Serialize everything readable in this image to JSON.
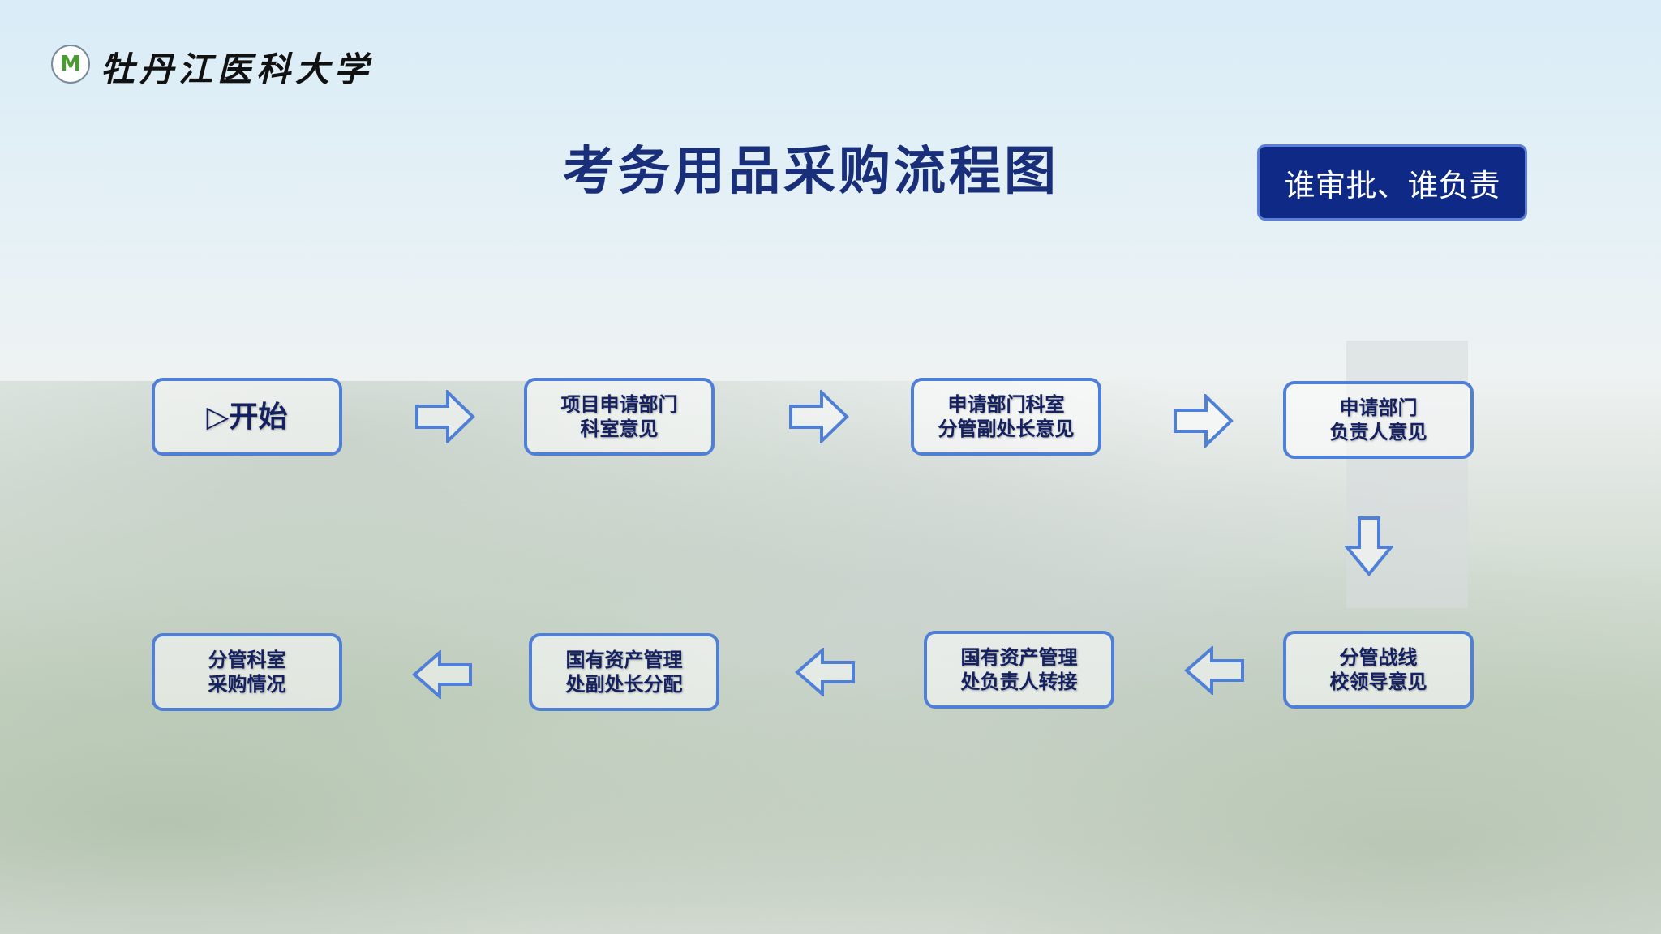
{
  "logo": {
    "text": "牡丹江医科大学",
    "emblem": "M"
  },
  "title": "考务用品采购流程图",
  "badge": "谁审批、谁负责",
  "steps": {
    "start": "▷开始",
    "s1": "项目申请部门\n科室意见",
    "s2": "申请部门科室\n分管副处长意见",
    "s3": "申请部门\n负责人意见",
    "s4": "分管战线\n校领导意见",
    "s5": "国有资产管理\n处负责人转接",
    "s6": "国有资产管理\n处副处长分配",
    "s7": "分管科室\n采购情况"
  },
  "colors": {
    "accent": "#4f7fd6",
    "title": "#1a2f7a",
    "badge": "#0f2a86"
  }
}
